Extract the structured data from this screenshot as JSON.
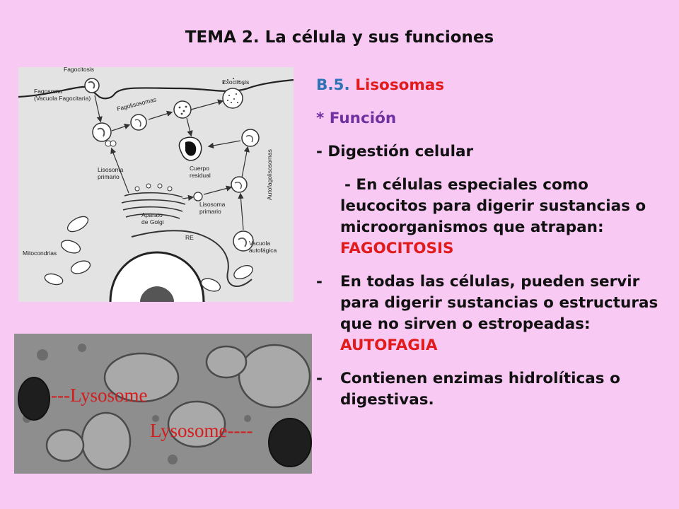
{
  "title": "TEMA 2. La célula y sus funciones",
  "heading": {
    "code": "B.5.",
    "name": "Lisosomas"
  },
  "subheading": "* Función",
  "point1": "- Digestión celular",
  "point2": {
    "text": "- En células especiales como leucocitos para digerir sustancias o microorganismos que atrapan: ",
    "highlight": "FAGOCITOSIS"
  },
  "point3": {
    "dash": "-",
    "text": "En todas las células, pueden servir para digerir sustancias o estructuras que no sirven o estropeadas: ",
    "highlight": "AUTOFAGIA"
  },
  "point4": {
    "dash": "-",
    "text": "Contienen enzimas hidrolíticas o digestivas."
  },
  "diagram_labels": {
    "fagocitosis": "Fagocitosis",
    "fagosoma": "Fagosoma",
    "vacuola_fagocitaria": "(Vacuola Fagocitaria)",
    "fagolisosomas": "Fagolisosomas",
    "exocitosis": "Exocitosis",
    "cuerpo": "Cuerpo",
    "residual": "residual",
    "autofagolisosomas": "Autofagolisosomas",
    "lisosoma_1": "Lisosoma",
    "primario_1": "primario",
    "lisosoma_2": "Lisosoma",
    "primario_2": "primario",
    "aparato": "Aparato",
    "de_golgi": "de Golgi",
    "re": "RE",
    "vacuola": "Vacuola",
    "autofagica": "autofágica",
    "mitocondrias": "Mitocondrias"
  },
  "micrograph_labels": {
    "lysosome_1": "---Lysosome",
    "lysosome_2": "Lysosome----"
  },
  "colors": {
    "background": "#f8c9f3",
    "blue": "#2e74b5",
    "red": "#e11b1b",
    "purple": "#7030a0"
  }
}
